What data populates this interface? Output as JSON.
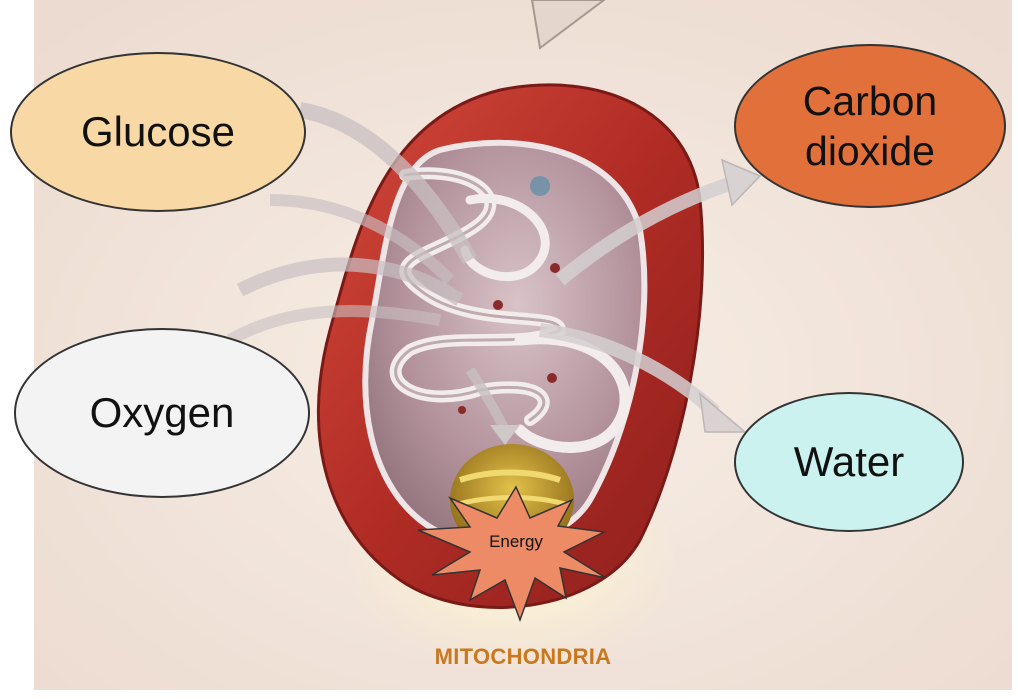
{
  "labels": {
    "glucose": "Glucose",
    "carbon_dioxide_line1": "Carbon",
    "carbon_dioxide_line2": "dioxide",
    "oxygen": "Oxygen",
    "water": "Water",
    "energy": "Energy",
    "organelle": "MITOCHONDRIA"
  },
  "colors": {
    "background": "#f2e6dc",
    "glucose_fill": "#f8d9a5",
    "carbon_dioxide_fill": "#e2703a",
    "oxygen_fill": "#f3f3f3",
    "water_fill": "#ccf2ef",
    "energy_burst_fill": "#ee8b67",
    "outer_membrane": "#b8312a",
    "title_text": "#c9781f"
  }
}
